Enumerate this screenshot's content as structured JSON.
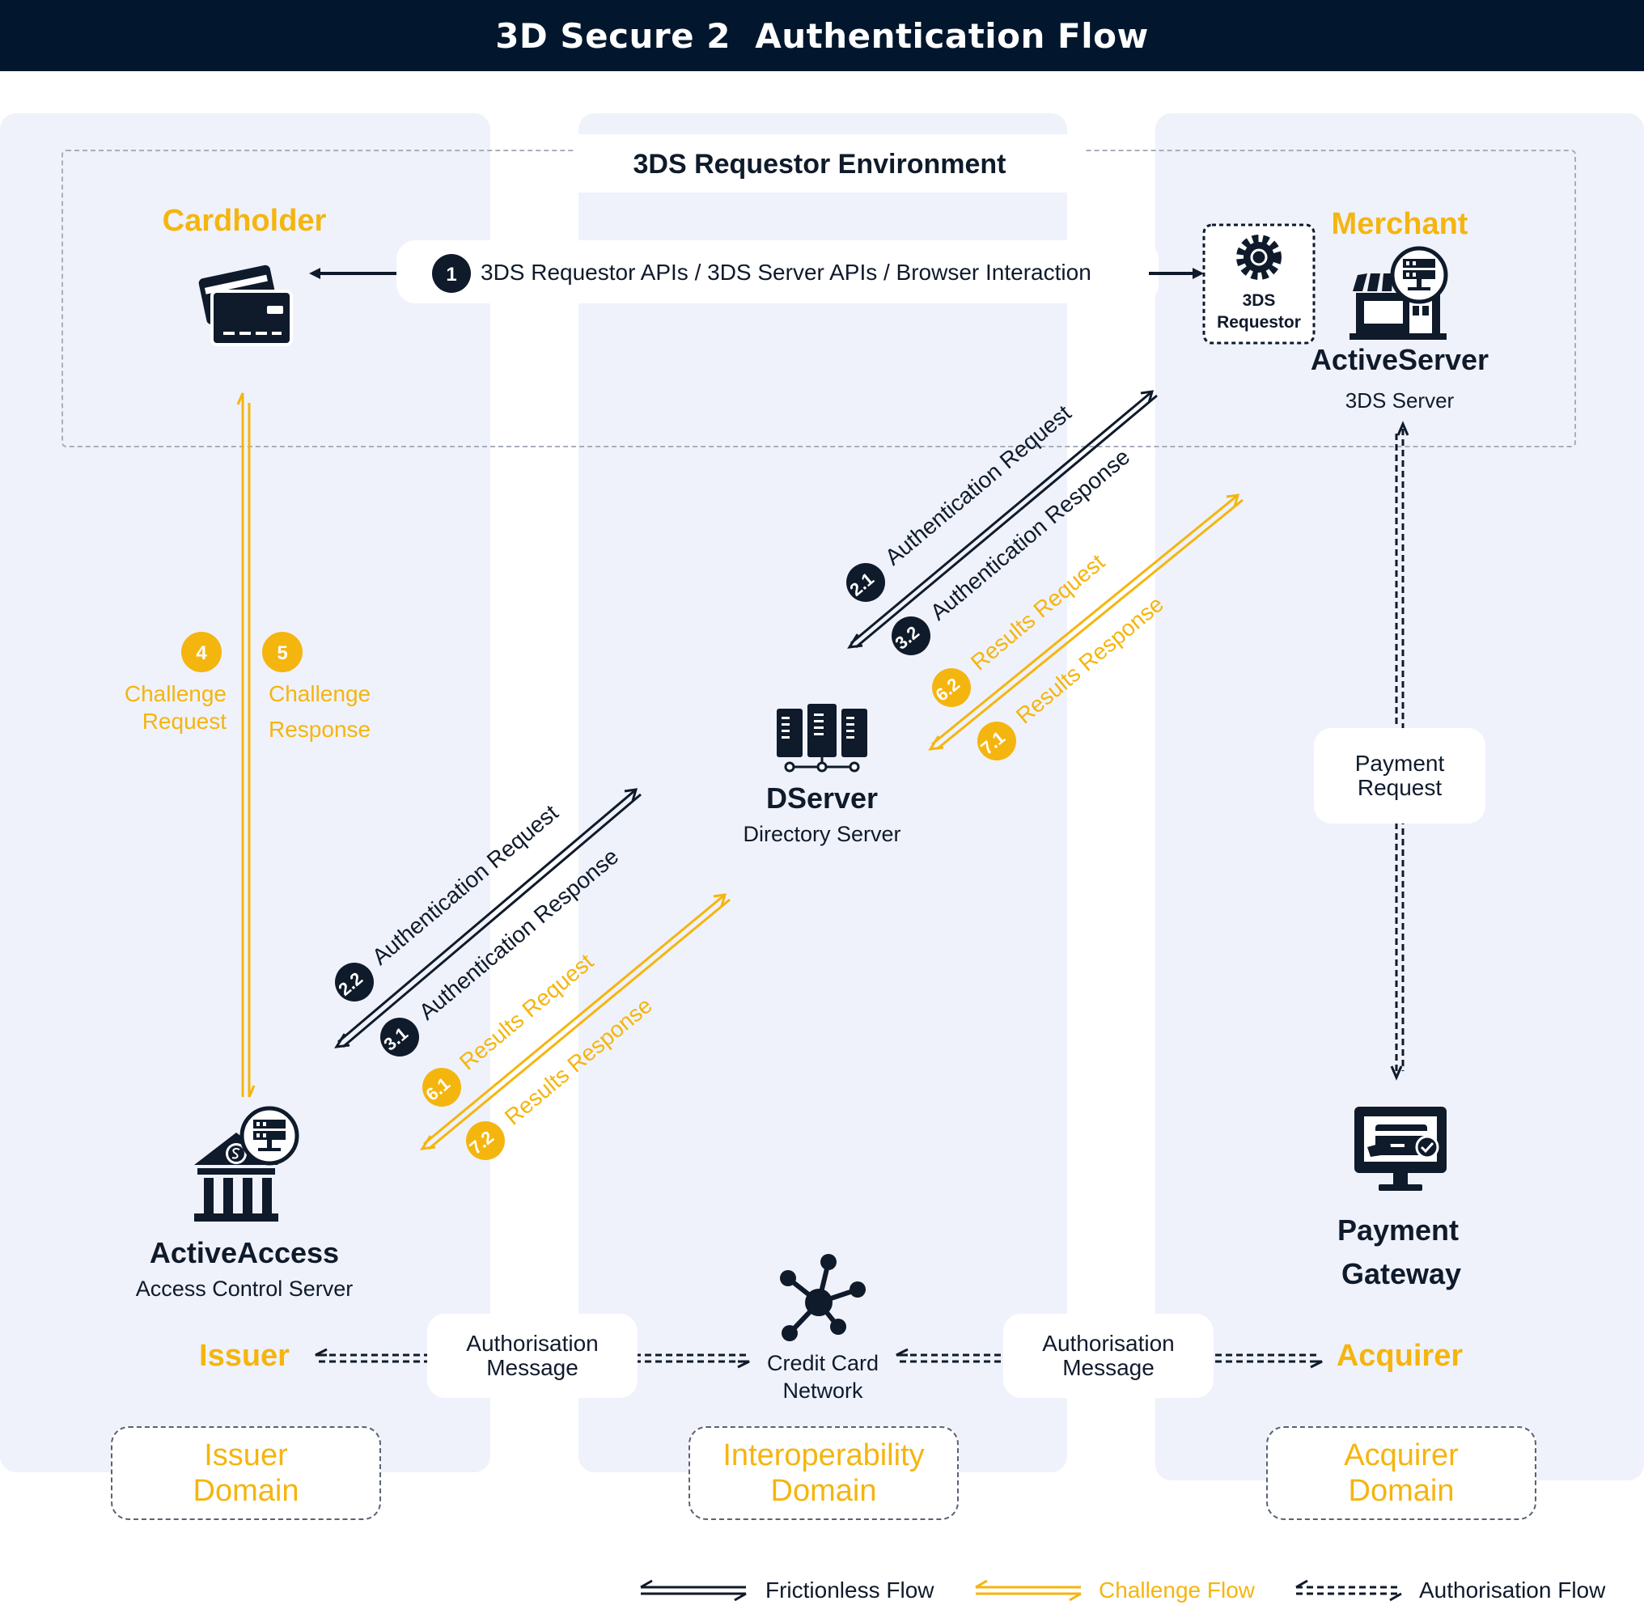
{
  "title": "3D Secure 2  Authentication Flow",
  "environment_label": "3DS Requestor Environment",
  "cardholder": {
    "label": "Cardholder"
  },
  "merchant": {
    "label": "Merchant"
  },
  "requestor_box": {
    "line1": "3DS",
    "line2": "Requestor"
  },
  "active_server": {
    "name": "ActiveServer",
    "subtitle": "3DS Server"
  },
  "step1": {
    "number": "1",
    "label": "3DS Requestor APIs / 3DS Server APIs / Browser Interaction"
  },
  "dserver": {
    "name": "DServer",
    "subtitle": "Directory Server"
  },
  "active_access": {
    "name": "ActiveAccess",
    "subtitle": "Access Control Server"
  },
  "payment_gateway": {
    "line1": "Payment",
    "line2": "Gateway"
  },
  "credit_card_network": {
    "line1": "Credit Card",
    "line2": "Network"
  },
  "issuer": {
    "label": "Issuer"
  },
  "acquirer": {
    "label": "Acquirer"
  },
  "challenge_request": {
    "number": "4",
    "line1": "Challenge",
    "line2": "Request"
  },
  "challenge_response": {
    "number": "5",
    "line1": "Challenge",
    "line2": "Response"
  },
  "payment_request": {
    "line1": "Payment",
    "line2": "Request"
  },
  "auth_message_left": {
    "line1": "Authorisation",
    "line2": "Message"
  },
  "auth_message_right": {
    "line1": "Authorisation",
    "line2": "Message"
  },
  "upper_flows": {
    "auth_request": {
      "number": "2.1",
      "label": "Authentication Request"
    },
    "auth_response": {
      "number": "3.2",
      "label": "Authentication Response"
    },
    "results_request": {
      "number": "6.2",
      "label": "Results Request"
    },
    "results_response": {
      "number": "7.1",
      "label": "Results Response"
    }
  },
  "lower_flows": {
    "auth_request": {
      "number": "2.2",
      "label": "Authentication Request"
    },
    "auth_response": {
      "number": "3.1",
      "label": "Authentication Response"
    },
    "results_request": {
      "number": "6.1",
      "label": "Results Request"
    },
    "results_response": {
      "number": "7.2",
      "label": "Results Response"
    }
  },
  "domains": {
    "issuer": {
      "line1": "Issuer",
      "line2": "Domain"
    },
    "interoperability": {
      "line1": "Interoperability",
      "line2": "Domain"
    },
    "acquirer": {
      "line1": "Acquirer",
      "line2": "Domain"
    }
  },
  "legend": {
    "frictionless": "Frictionless Flow",
    "challenge": "Challenge Flow",
    "authorisation": "Authorisation Flow"
  },
  "colors": {
    "navy": "#0f1a2b",
    "yellow": "#f5b50f",
    "header": "#02172d",
    "column_bg": "#eff2fa"
  }
}
